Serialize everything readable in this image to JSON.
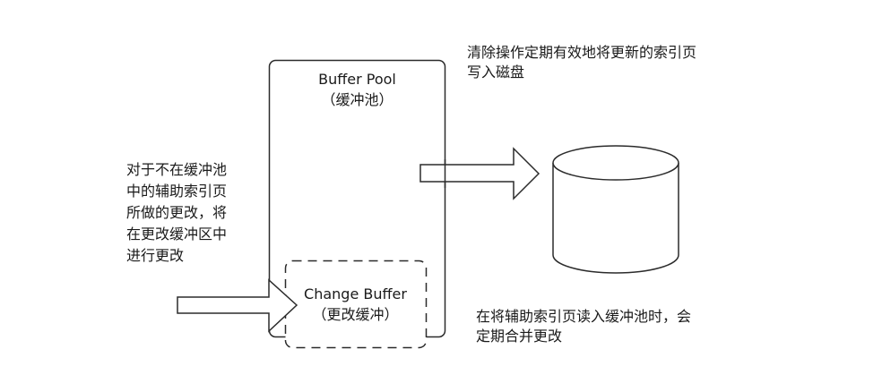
{
  "diagram": {
    "buffer_pool": {
      "title": "Buffer Pool",
      "subtitle": "（缓冲池）"
    },
    "change_buffer": {
      "title": "Change Buffer",
      "subtitle": "（更改缓冲）"
    },
    "notes": {
      "left_lines": [
        "对于不在缓冲池",
        "中的辅助索引页",
        "所做的更改，将",
        "在更改缓冲区中",
        "进行更改"
      ],
      "top_lines": [
        "清除操作定期有效地将更新的索引页",
        "写入磁盘"
      ],
      "bottom_lines": [
        "在将辅助索引页读入缓冲池时，会",
        "定期合并更改"
      ]
    },
    "disk": {
      "icon": "database-cylinder-icon"
    },
    "colors": {
      "stroke": "#2b2b2b",
      "fill": "#ffffff",
      "text": "#1a1a1a"
    }
  }
}
